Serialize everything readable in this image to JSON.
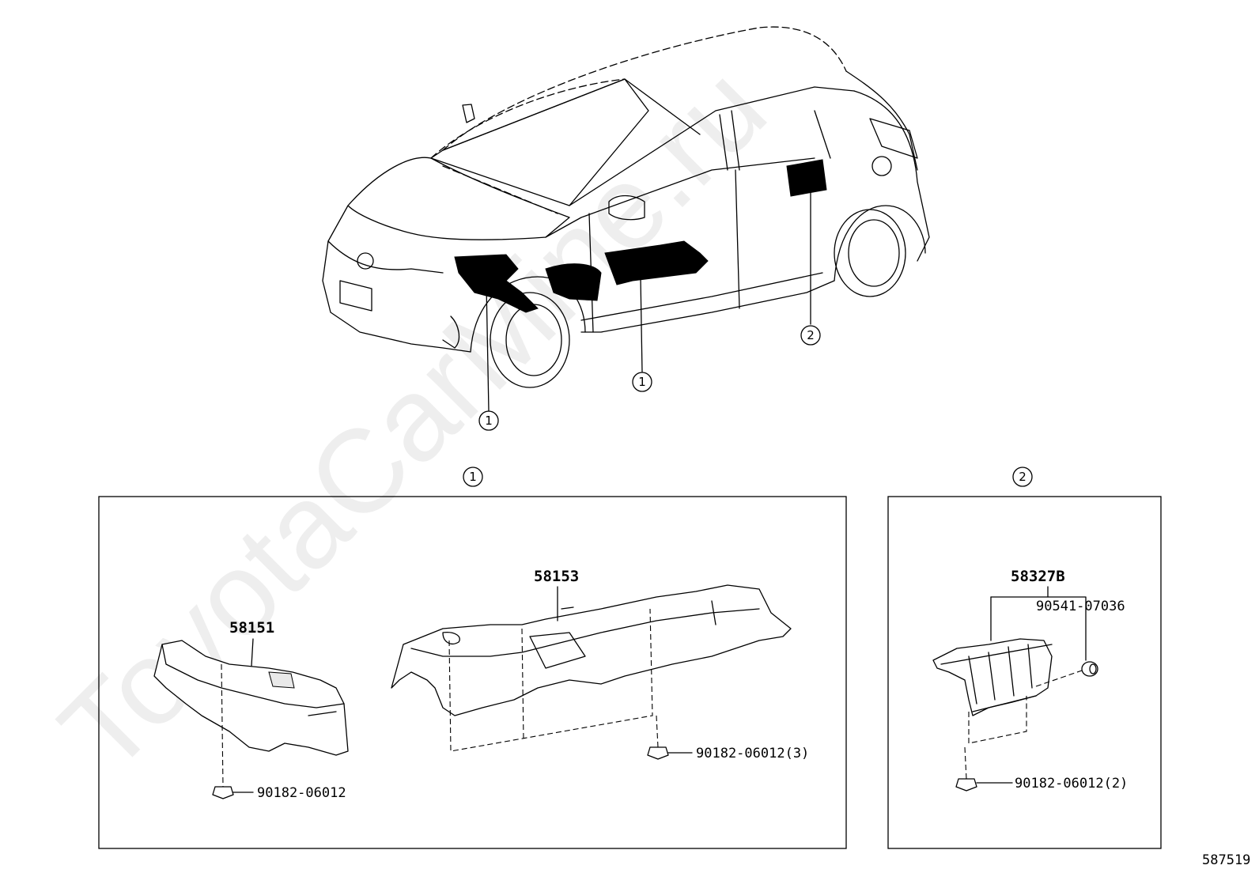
{
  "watermark": "ToyotaCarMine.ru",
  "drawing_number": "587519",
  "overview_callouts": {
    "front": "1",
    "floor": "1",
    "rear": "2"
  },
  "section_1": {
    "marker": "1"
  },
  "section_2": {
    "marker": "2"
  },
  "parts": {
    "p58151": "58151",
    "p58153": "58153",
    "p58327b": "58327B",
    "clip_front": "90182-06012",
    "clip_floor": "90182-06012(3)",
    "clip_rear": "90182-06012(2)",
    "plug_rear": "90541-07036"
  }
}
